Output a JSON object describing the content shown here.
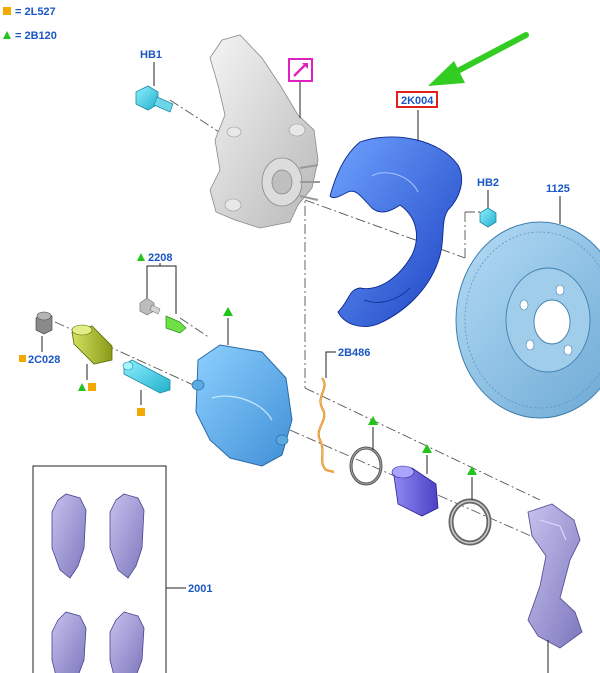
{
  "legend": [
    {
      "symbol": "square",
      "color": "#f2a900",
      "text": "= 2L527"
    },
    {
      "symbol": "triangle",
      "color": "#22c41c",
      "text": "= 2B120"
    }
  ],
  "labels": {
    "hb1": "HB1",
    "shield": "2K004",
    "hb2": "HB2",
    "disc": "1125",
    "bolt_kit": "2208",
    "cap": "2C028",
    "wear_sensor": "2B486",
    "pads": "2001"
  },
  "colors": {
    "label_blue": "#1a56c4",
    "highlight_red": "#e0201c",
    "note_magenta": "#e020c0",
    "arrow_green": "#33cc22",
    "marker_square": "#f2a900",
    "marker_triangle": "#22c41c"
  },
  "icons": {
    "note": "pencil-note-icon",
    "pointer": "green-arrow-pointer"
  }
}
